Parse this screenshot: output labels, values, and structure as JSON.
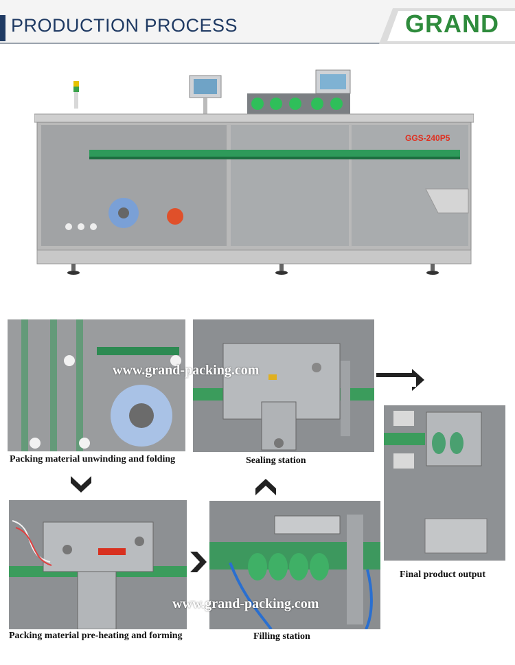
{
  "header": {
    "title": "PRODUCTION PROCESS",
    "logo": "GRAND"
  },
  "machine": {
    "model_label": "GGS-240P5"
  },
  "stations": {
    "unwinding": {
      "caption": "Packing material unwinding and folding"
    },
    "sealing": {
      "caption": "Sealing station"
    },
    "final": {
      "caption": "Final product output"
    },
    "preheat": {
      "caption": "Packing material pre-heating and forming"
    },
    "filling": {
      "caption": "Filling station"
    }
  },
  "watermarks": {
    "top": "www.grand-packing.com",
    "bottom": "www.grand-packing.com"
  },
  "colors": {
    "brand_green": "#2e8b3c",
    "header_blue": "#1f3a63"
  }
}
